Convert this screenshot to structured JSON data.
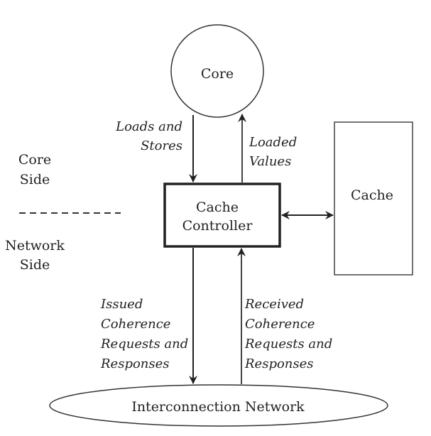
{
  "diagram": {
    "colors": {
      "stroke": "#222222",
      "text": "#222222",
      "background": "#ffffff"
    },
    "nodes": {
      "core": {
        "label": "Core",
        "shape": "circle"
      },
      "cache_controller": {
        "line1": "Cache",
        "line2": "Controller",
        "shape": "thick-rectangle"
      },
      "cache": {
        "label": "Cache",
        "shape": "rectangle"
      },
      "network": {
        "label": "Interconnection Network",
        "shape": "ellipse"
      }
    },
    "sides": {
      "core_side": {
        "line1": "Core",
        "line2": "Side"
      },
      "network_side": {
        "line1": "Network",
        "line2": "Side"
      },
      "divider": "dashed-line"
    },
    "edges": {
      "loads_and_stores": {
        "line1": "Loads and",
        "line2": "Stores",
        "from": "core",
        "to": "cache_controller"
      },
      "loaded_values": {
        "line1": "Loaded",
        "line2": "Values",
        "from": "cache_controller",
        "to": "core"
      },
      "cache_link": {
        "from": "cache_controller",
        "to": "cache",
        "bidirectional": true
      },
      "issued": {
        "lines": [
          "Issued",
          "Coherence",
          "Requests and",
          "Responses"
        ],
        "from": "cache_controller",
        "to": "network"
      },
      "received": {
        "lines": [
          "Received",
          "Coherence",
          "Requests and",
          "Responses"
        ],
        "from": "network",
        "to": "cache_controller"
      }
    }
  }
}
